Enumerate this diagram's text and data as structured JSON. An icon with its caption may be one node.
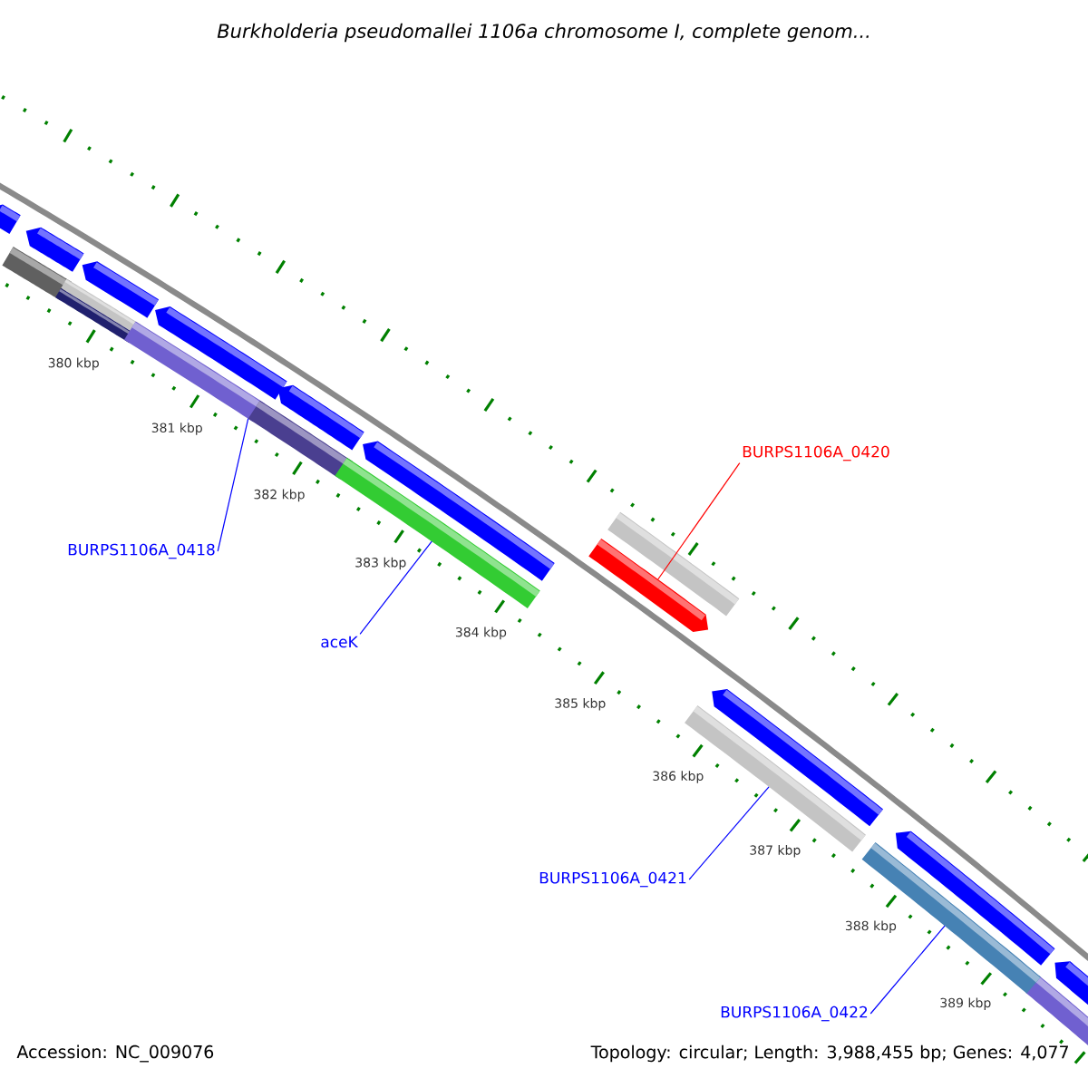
{
  "diagram": {
    "title": "Burkholderia pseudomallei 1106a chromosome I, complete genom...",
    "nodes": [
      {
        "text": [
          "BURPS1106A_0420"
        ]
      },
      {
        "text": [],
        "shape": "bar"
      },
      {
        "text": [
          "BURPS1106A_0418"
        ]
      },
      {
        "text": [],
        "shape": "bar"
      },
      {
        "text": [
          "aceK"
        ]
      },
      {
        "text": [],
        "shape": "bar"
      },
      {
        "text": [
          "BURPS1106A_0421"
        ]
      },
      {
        "text": [],
        "shape": "bar"
      },
      {
        "text": [
          "BURPS1106A_0422"
        ]
      },
      {
        "text": [],
        "shape": "bar"
      }
    ],
    "edges": [
      {
        "from": 0,
        "to": 1,
        "arrow": "none",
        "color": "#ff0000"
      },
      {
        "from": 2,
        "to": 3,
        "arrow": "none"
      },
      {
        "from": 4,
        "to": 5,
        "arrow": "none"
      },
      {
        "from": 6,
        "to": 7,
        "arrow": "none"
      },
      {
        "from": 8,
        "to": 9,
        "arrow": "none"
      }
    ],
    "labels": [
      "380 kbp",
      "381 kbp",
      "382 kbp",
      "383 kbp",
      "384 kbp",
      "385 kbp",
      "386 kbp",
      "387 kbp",
      "388 kbp",
      "389 kbp",
      "Accession: NC_009076",
      "Topology: circular; Length: 3,988,455 bp; Genes: 4,077"
    ]
  }
}
